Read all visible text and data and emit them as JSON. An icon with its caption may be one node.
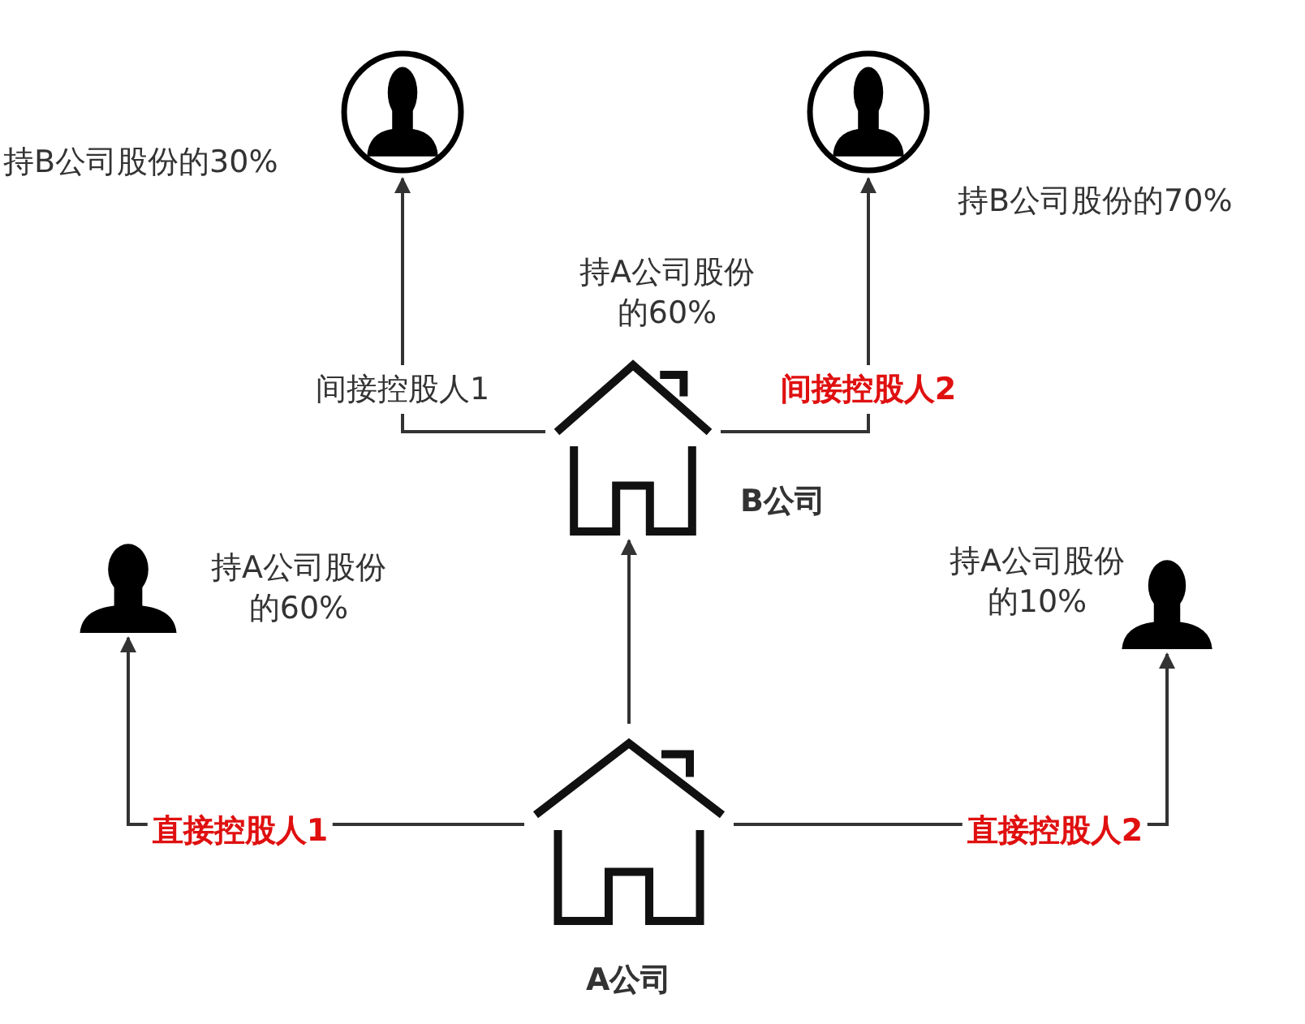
{
  "diagram": {
    "nodes": [
      {
        "text": [],
        "shape": "person",
        "beside": [
          "持B公司股份的30%"
        ]
      },
      {
        "text": [],
        "shape": "person",
        "beside": [
          "持B公司股份的70%"
        ]
      },
      {
        "text": [
          "B公司"
        ],
        "beside": [
          "持A公司股份的60%"
        ]
      },
      {
        "text": [],
        "shape": "person",
        "beside": [
          "持A公司股份的60%"
        ]
      },
      {
        "text": [],
        "shape": "person",
        "beside": [
          "持A公司股份的10%"
        ]
      },
      {
        "text": [
          "A公司"
        ]
      }
    ],
    "edges": [
      {
        "from": 5,
        "to": 3,
        "arrow": "to",
        "label": "直接控股人1"
      },
      {
        "from": 5,
        "to": 4,
        "arrow": "to",
        "label": "直接控股人2"
      },
      {
        "from": 5,
        "to": 2,
        "arrow": "to"
      },
      {
        "from": 2,
        "to": 0,
        "arrow": "to",
        "label": "间接控股人1"
      },
      {
        "from": 2,
        "to": 1,
        "arrow": "to",
        "label": "间接控股人2"
      }
    ]
  }
}
